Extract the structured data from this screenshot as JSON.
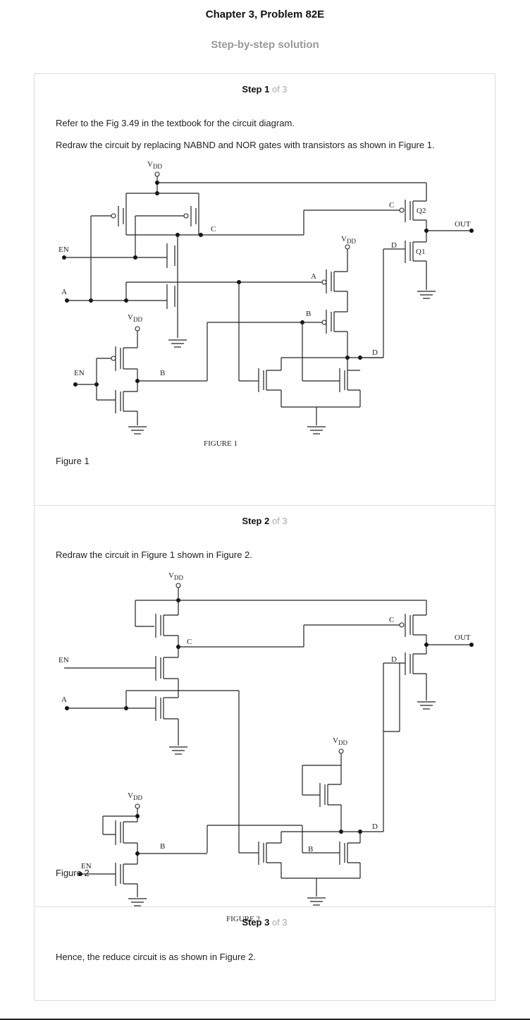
{
  "header": {
    "title": "Chapter 3, Problem 82E",
    "subtitle": "Step-by-step solution"
  },
  "steps": [
    {
      "label": "Step 1",
      "of": "of 3",
      "paragraphs": [
        "Refer to the Fig 3.49 in the textbook for the circuit diagram.",
        "Redraw the circuit by replacing NABND and NOR gates with transistors as shown in Figure 1."
      ],
      "figure_title": "FIGURE 1",
      "caption": "Figure 1",
      "labels": {
        "vdd": "V",
        "dd": "DD",
        "en": "EN",
        "a": "A",
        "b": "B",
        "c": "C",
        "d": "D",
        "q1": "Q1",
        "q2": "Q2",
        "out": "OUT"
      }
    },
    {
      "label": "Step 2",
      "of": "of 3",
      "paragraphs": [
        "Redraw the circuit in Figure 1 shown in Figure 2."
      ],
      "figure_title": "FIGURE 2",
      "caption": "Figure 2",
      "labels": {
        "vdd": "V",
        "dd": "DD",
        "en": "EN",
        "a": "A",
        "b": "B",
        "c": "C",
        "d": "D",
        "out": "OUT"
      }
    },
    {
      "label": "Step 3",
      "of": "of 3",
      "paragraphs": [
        "Hence, the reduce circuit is as shown in Figure 2."
      ]
    }
  ]
}
